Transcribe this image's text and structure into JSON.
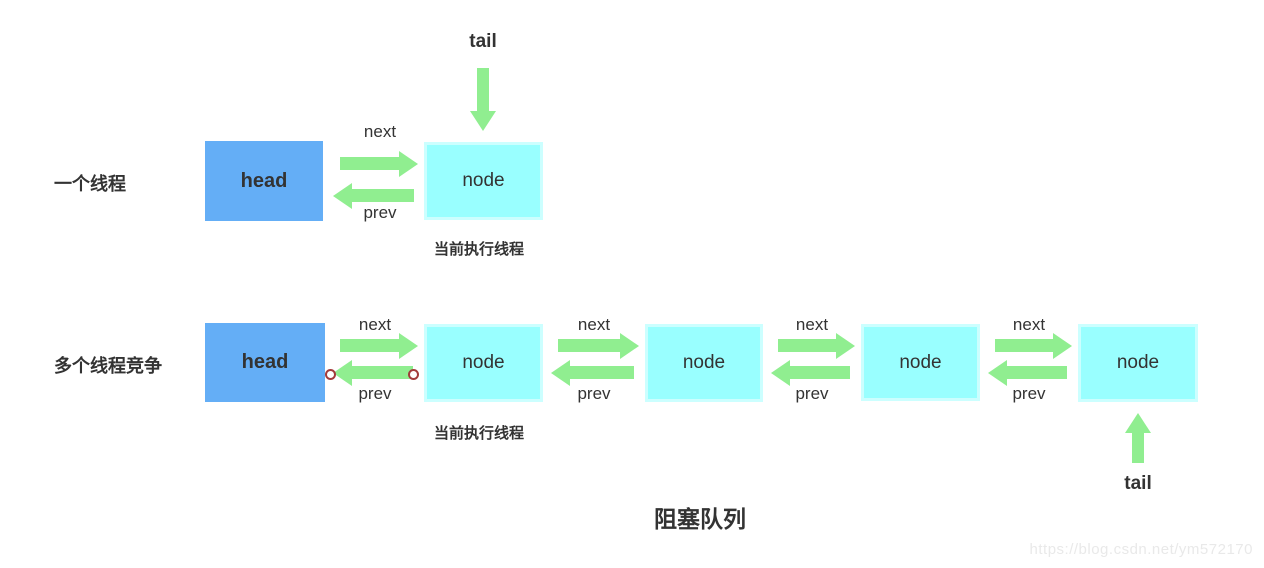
{
  "diagram_title": "阻塞队列",
  "watermark": "https://blog.csdn.net/ym572170",
  "colors": {
    "head_fill": "#64AEF6",
    "node_fill": "#99FFFF",
    "node_border": "#CCFFFF",
    "arrow_green": "#90EE90",
    "text_ink": "#333333",
    "endpoint_ring": "#A33B3B",
    "watermark_gray": "#E9E9E9"
  },
  "labels": {
    "head": "head",
    "node": "node",
    "next": "next",
    "prev": "prev",
    "tail": "tail",
    "current_thread": "当前执行线程"
  },
  "rows": {
    "single_thread": {
      "caption": "一个线程",
      "head": "head",
      "node": "node"
    },
    "multi_thread": {
      "caption": "多个线程竞争",
      "head": "head",
      "nodes": [
        "node",
        "node",
        "node",
        "node"
      ]
    }
  }
}
